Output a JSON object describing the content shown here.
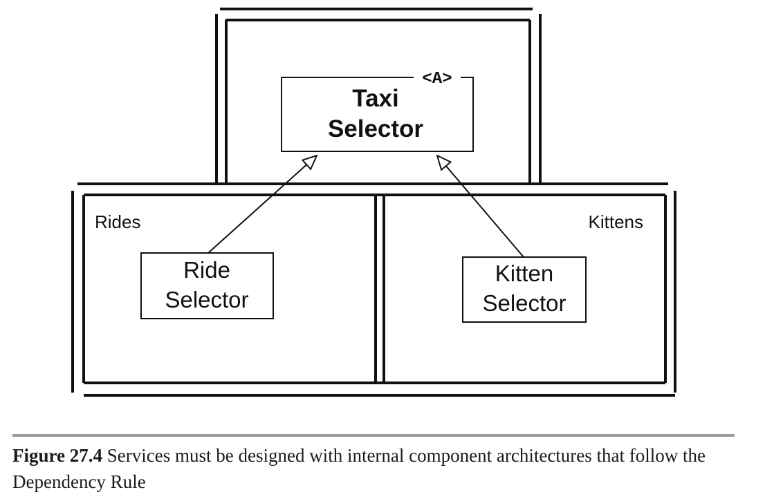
{
  "diagram": {
    "taxi_component": {
      "stereotype": "<A>",
      "line1": "Taxi",
      "line2": "Selector"
    },
    "rides_service": {
      "label": "Rides",
      "component_line1": "Ride",
      "component_line2": "Selector"
    },
    "kittens_service": {
      "label": "Kittens",
      "component_line1": "Kitten",
      "component_line2": "Selector"
    }
  },
  "caption": {
    "figure_label": "Figure 27.4",
    "text": " Services must be designed with internal component architectures that follow the Dependency Rule"
  }
}
